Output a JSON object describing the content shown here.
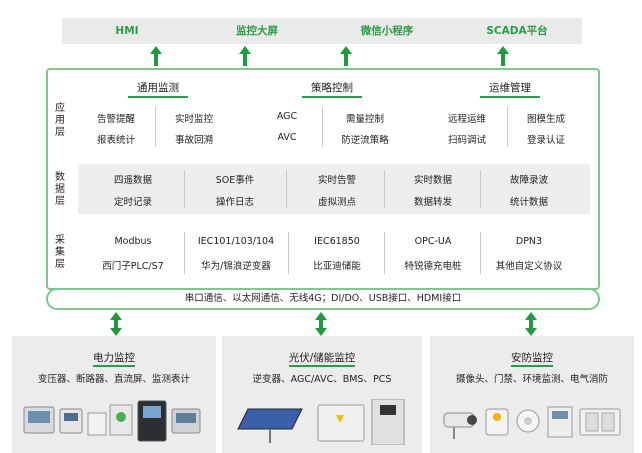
{
  "top": [
    "HMI",
    "监控大屏",
    "微信小程序",
    "SCADA平台"
  ],
  "layers": {
    "app": "应用层",
    "data": "数据层",
    "collect": "采集层"
  },
  "app_headers": [
    "通用监测",
    "策略控制",
    "运维管理"
  ],
  "app_rows": [
    [
      "告警提醒",
      "实时监控",
      "AGC",
      "需量控制",
      "远程运维",
      "图模生成"
    ],
    [
      "报表统计",
      "事故回溯",
      "AVC",
      "防逆流策略",
      "扫码调试",
      "登录认证"
    ]
  ],
  "data_rows": [
    [
      "四遥数据",
      "SOE事件",
      "实时告警",
      "实时数据",
      "故障录波"
    ],
    [
      "定时记录",
      "操作日志",
      "虚拟测点",
      "数据转发",
      "统计数据"
    ]
  ],
  "collect_rows": [
    [
      "Modbus",
      "IEC101/103/104",
      "IEC61850",
      "OPC-UA",
      "DPN3"
    ],
    [
      "西门子PLC/S7",
      "华为/锦浪逆变器",
      "比亚迪储能",
      "特锐德充电桩",
      "其他自定义协议"
    ]
  ],
  "comm": "串口通信、以太网通信、无线4G；DI/DO、USB接口、HDMI接口",
  "panels": [
    {
      "title": "电力监控",
      "desc": "变压器、断路器、直流屏、监测表计"
    },
    {
      "title": "光伏/储能监控",
      "desc": "逆变器、AGC/AVC、BMS、PCS"
    },
    {
      "title": "安防监控",
      "desc": "摄像头、门禁、环境监测、电气消防"
    }
  ],
  "colors": {
    "accent": "#2f9a45",
    "frame": "#7cc890",
    "band": "#eeeeee"
  }
}
